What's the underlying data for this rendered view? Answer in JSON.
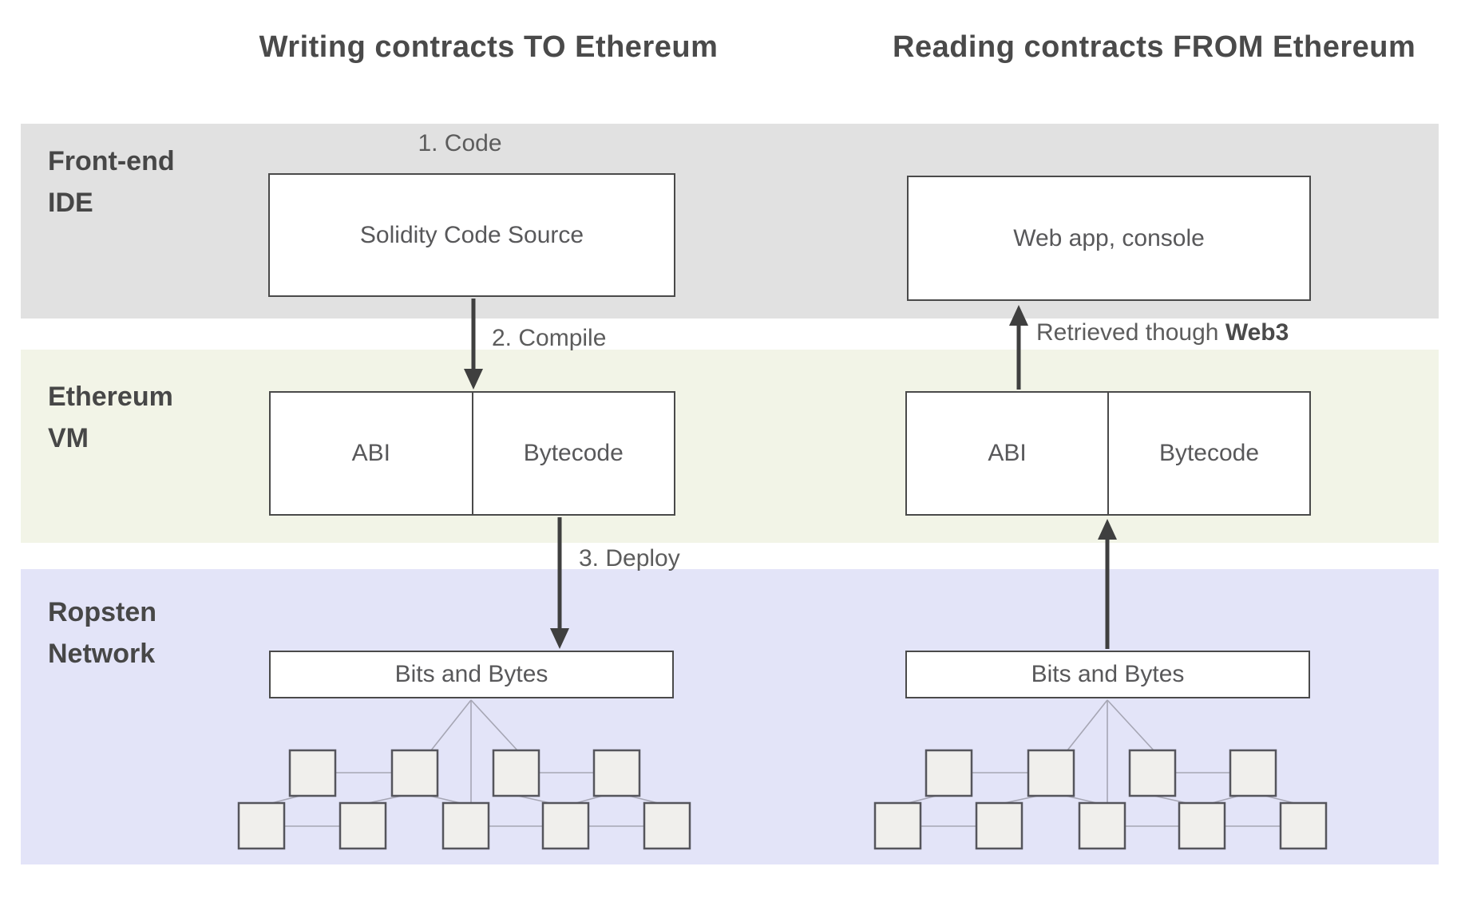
{
  "titles": {
    "left": "Writing contracts TO Ethereum",
    "right": "Reading contracts FROM Ethereum"
  },
  "bands": {
    "frontend": {
      "line1": "Front-end",
      "line2": "IDE",
      "color": "#e1e1e1"
    },
    "evm": {
      "line1": "Ethereum",
      "line2": "VM",
      "color": "#f2f4e7"
    },
    "ropsten": {
      "line1": "Ropsten",
      "line2": "Network",
      "color": "#e3e4f8"
    }
  },
  "writing_flow": {
    "step1": "1. Code",
    "source_box": "Solidity Code Source",
    "step2": "2. Compile",
    "abi": "ABI",
    "bytecode": "Bytecode",
    "step3": "3. Deploy",
    "bits": "Bits and Bytes"
  },
  "reading_flow": {
    "app_box": "Web app, console",
    "retrieved_prefix": "Retrieved though ",
    "retrieved_bold": "Web3",
    "abi": "ABI",
    "bytecode": "Bytecode",
    "bits": "Bits and Bytes"
  },
  "colors": {
    "band_gray": "#e1e1e1",
    "band_green": "#f2f4e7",
    "band_purple": "#e3e4f8",
    "box_border": "#4a4a4a",
    "arrow": "#3f3f3f",
    "connector_line": "#a6a6b4",
    "network_node_fill": "#f0efec",
    "text": "#4f4f4f"
  }
}
